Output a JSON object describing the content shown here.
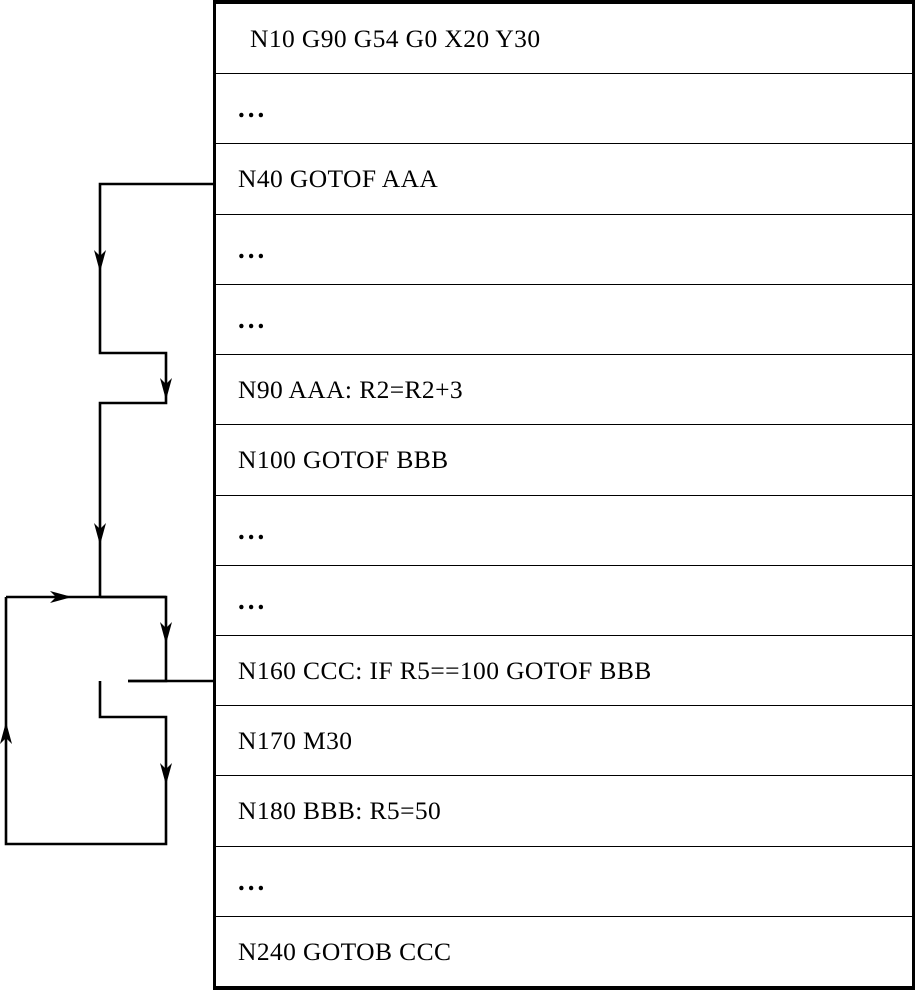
{
  "diagram": {
    "title": "CNC G-code program jump (GOTO) flow",
    "stroke_color": "#000000",
    "background_color": "#ffffff",
    "table_border_color": "#000000"
  },
  "program": {
    "rows": [
      {
        "text": "N10 G90 G54 G0 X20 Y30",
        "kind": "code",
        "indent": true
      },
      {
        "text": "...",
        "kind": "ellipsis",
        "indent": false
      },
      {
        "text": "N40 GOTOF AAA",
        "kind": "code",
        "indent": false
      },
      {
        "text": "...",
        "kind": "ellipsis",
        "indent": false
      },
      {
        "text": "...",
        "kind": "ellipsis",
        "indent": false
      },
      {
        "text": "N90 AAA: R2=R2+3",
        "kind": "code",
        "indent": false
      },
      {
        "text": "N100 GOTOF BBB",
        "kind": "code",
        "indent": false
      },
      {
        "text": "...",
        "kind": "ellipsis",
        "indent": false
      },
      {
        "text": "...",
        "kind": "ellipsis",
        "indent": false
      },
      {
        "text": "N160 CCC: IF R5==100 GOTOF BBB",
        "kind": "code",
        "indent": false
      },
      {
        "text": "N170 M30",
        "kind": "code",
        "indent": false
      },
      {
        "text": "N180 BBB: R5=50",
        "kind": "code",
        "indent": false
      },
      {
        "text": "...",
        "kind": "ellipsis",
        "indent": false
      },
      {
        "text": "N240 GOTOB CCC",
        "kind": "code",
        "indent": false
      }
    ]
  },
  "flow_arrows": [
    {
      "name": "jump-n40-to-n90",
      "from_row": "N40 GOTOF AAA",
      "to_row": "N90 AAA: R2=R2+3",
      "direction": "forward"
    },
    {
      "name": "jump-n100-to-n180",
      "from_row": "N100 GOTOF BBB",
      "to_row": "N180 BBB: R5=50",
      "direction": "forward"
    },
    {
      "name": "jump-n160-to-n180",
      "from_row": "N160 CCC: IF R5==100 GOTOF BBB",
      "to_row": "N180 BBB: R5=50",
      "direction": "forward"
    },
    {
      "name": "jump-n240-to-n160",
      "from_row": "N240 GOTOB CCC",
      "to_row": "N160 CCC: IF R5==100 GOTOF BBB",
      "direction": "backward"
    }
  ]
}
